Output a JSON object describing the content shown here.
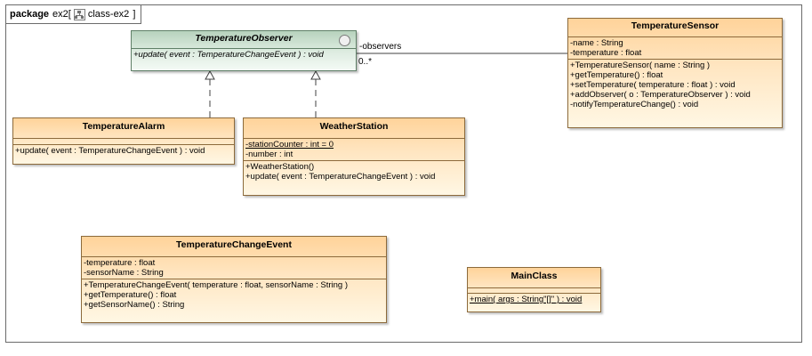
{
  "package": {
    "keyword": "package",
    "name": "ex2",
    "open_bracket": "[",
    "diagram_name": "class-ex2",
    "close_bracket": "]"
  },
  "classes": {
    "temperature_observer": {
      "name": "TemperatureObserver",
      "attributes": [],
      "operations": [
        "+update( event : TemperatureChangeEvent ) : void"
      ]
    },
    "temperature_sensor": {
      "name": "TemperatureSensor",
      "attributes": [
        "-name : String",
        "-temperature : float"
      ],
      "operations": [
        "+TemperatureSensor( name : String )",
        "+getTemperature() : float",
        "+setTemperature( temperature : float ) : void",
        "+addObserver( o : TemperatureObserver ) : void",
        "-notifyTemperatureChange() : void"
      ]
    },
    "temperature_alarm": {
      "name": "TemperatureAlarm",
      "attributes": [],
      "operations": [
        "+update( event : TemperatureChangeEvent ) : void"
      ]
    },
    "weather_station": {
      "name": "WeatherStation",
      "attributes": [
        "-stationCounter : int = 0",
        "-number : int"
      ],
      "operations": [
        "+WeatherStation()",
        "+update( event : TemperatureChangeEvent ) : void"
      ]
    },
    "temperature_change_event": {
      "name": "TemperatureChangeEvent",
      "attributes": [
        "-temperature : float",
        "-sensorName : String"
      ],
      "operations": [
        "+TemperatureChangeEvent( temperature : float, sensorName : String )",
        "+getTemperature() : float",
        "+getSensorName() : String"
      ]
    },
    "main_class": {
      "name": "MainClass",
      "attributes": [],
      "operations": [
        "+main( args : String\"[]\" ) : void"
      ]
    }
  },
  "association": {
    "role": "-observers",
    "multiplicity": "0..*"
  },
  "colors": {
    "class_fill": "#ffd39a",
    "interface_fill": "#b7d2bd",
    "line": "#404040"
  },
  "icons": {
    "diagram": "class-diagram-icon",
    "interface_marker": "interface-circle-icon"
  }
}
